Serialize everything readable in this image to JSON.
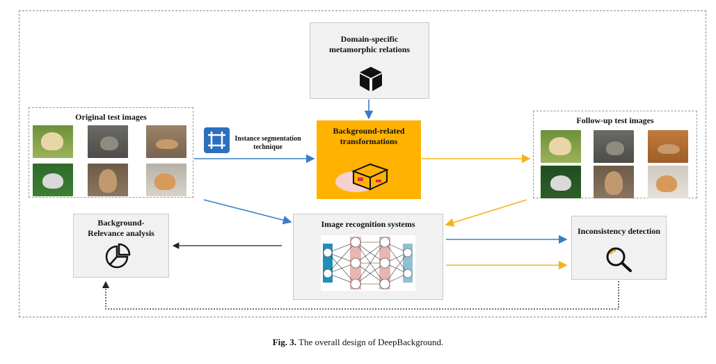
{
  "domain_specific": {
    "title_line1": "Domain-specific",
    "title_line2": "metamorphic relations",
    "icon": "cube-icon"
  },
  "original": {
    "title": "Original test images"
  },
  "followup": {
    "title": "Follow-up test images"
  },
  "segmentation": {
    "line1": "Instance segmentation",
    "line2": "technique",
    "icon": "crop-frame-icon"
  },
  "transform": {
    "title_line1": "Background-related",
    "title_line2": "transformations",
    "color": "#ffb300",
    "icon": "box-icon"
  },
  "recognition": {
    "title": "Image recognition systems",
    "icon": "neural-network-icon"
  },
  "relevance": {
    "title_line1": "Background-",
    "title_line2": "Relevance analysis",
    "icon": "pie-chart-icon"
  },
  "inconsistency": {
    "title": "Inconsistency detection",
    "icon": "magnifier-icon"
  },
  "caption": {
    "label": "Fig. 3.",
    "text": "The overall design of DeepBackground."
  },
  "colors": {
    "blue_arrow": "#3a7dc6",
    "orange_arrow": "#f6b21b",
    "black_arrow": "#222222"
  }
}
